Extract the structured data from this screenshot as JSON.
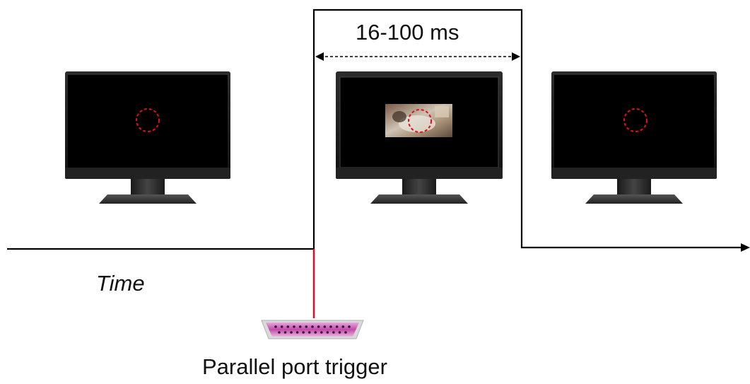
{
  "labels": {
    "duration": "16-100 ms",
    "time_axis": "Time",
    "trigger": "Parallel port trigger"
  },
  "monitors": [
    {
      "screen": "fixation",
      "marker": "red dashed circle"
    },
    {
      "screen": "image stimulus",
      "marker": "red dashed circle"
    },
    {
      "screen": "fixation",
      "marker": "red dashed circle"
    }
  ],
  "icons": {
    "timeline": "arrow-right",
    "duration": "double-headed-dashed-arrow",
    "trigger": "db25-parallel-port-connector"
  },
  "colors": {
    "timeline": "#000000",
    "trigger_line": "#e0101a",
    "fixation_circle": "#e0101a",
    "connector": "#c24aa8",
    "screen": "#000000"
  }
}
